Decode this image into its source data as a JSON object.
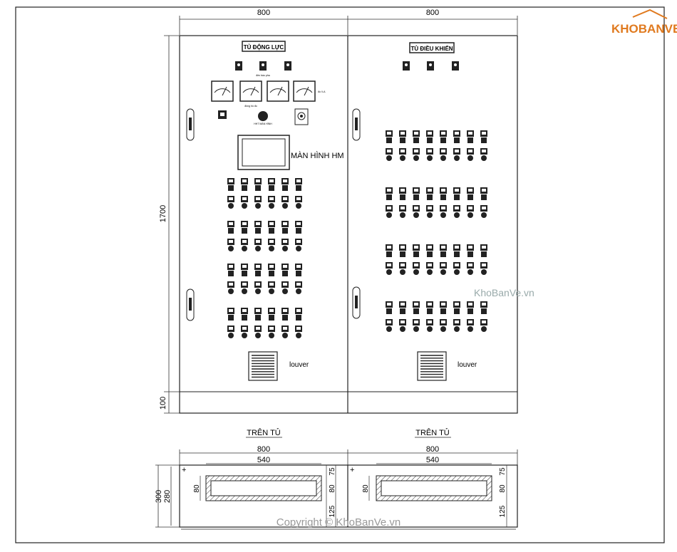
{
  "logo": {
    "text": "KHOBANVE"
  },
  "watermark": {
    "mid": "KhoBanVe.vn",
    "bottom": "Copyright © KhoBanVe.vn"
  },
  "dimensions": {
    "width_left": "800",
    "width_right": "800",
    "height": "1700",
    "base": "100",
    "top_left": "800",
    "top_right": "800",
    "inner_left": "540",
    "inner_right": "540",
    "depth": "300",
    "depth_inner": "280",
    "slot_left": "80",
    "slot_right_a": "80",
    "slot_right_b": "80",
    "top_gap_left": "75",
    "top_gap_right": "75",
    "bottom_gap_left": "125",
    "bottom_gap_right": "125"
  },
  "panels": {
    "power": {
      "title": "TỦ ĐỘNG LỰC",
      "lamp_caption": "đèn báo pha",
      "meter_caption": "đồng hồ đo",
      "meter_caption_right": "đo V-A",
      "selector_caption": "HHT MÀN HÌNH",
      "hmi_label": "MÀN HÌNH HM",
      "louver_label": "louver"
    },
    "control": {
      "title": "TỦ ĐIỀU KHIỂN",
      "louver_label": "louver"
    }
  },
  "top_view": {
    "left_label": "TRÊN TỦ",
    "right_label": "TRÊN TỦ"
  }
}
